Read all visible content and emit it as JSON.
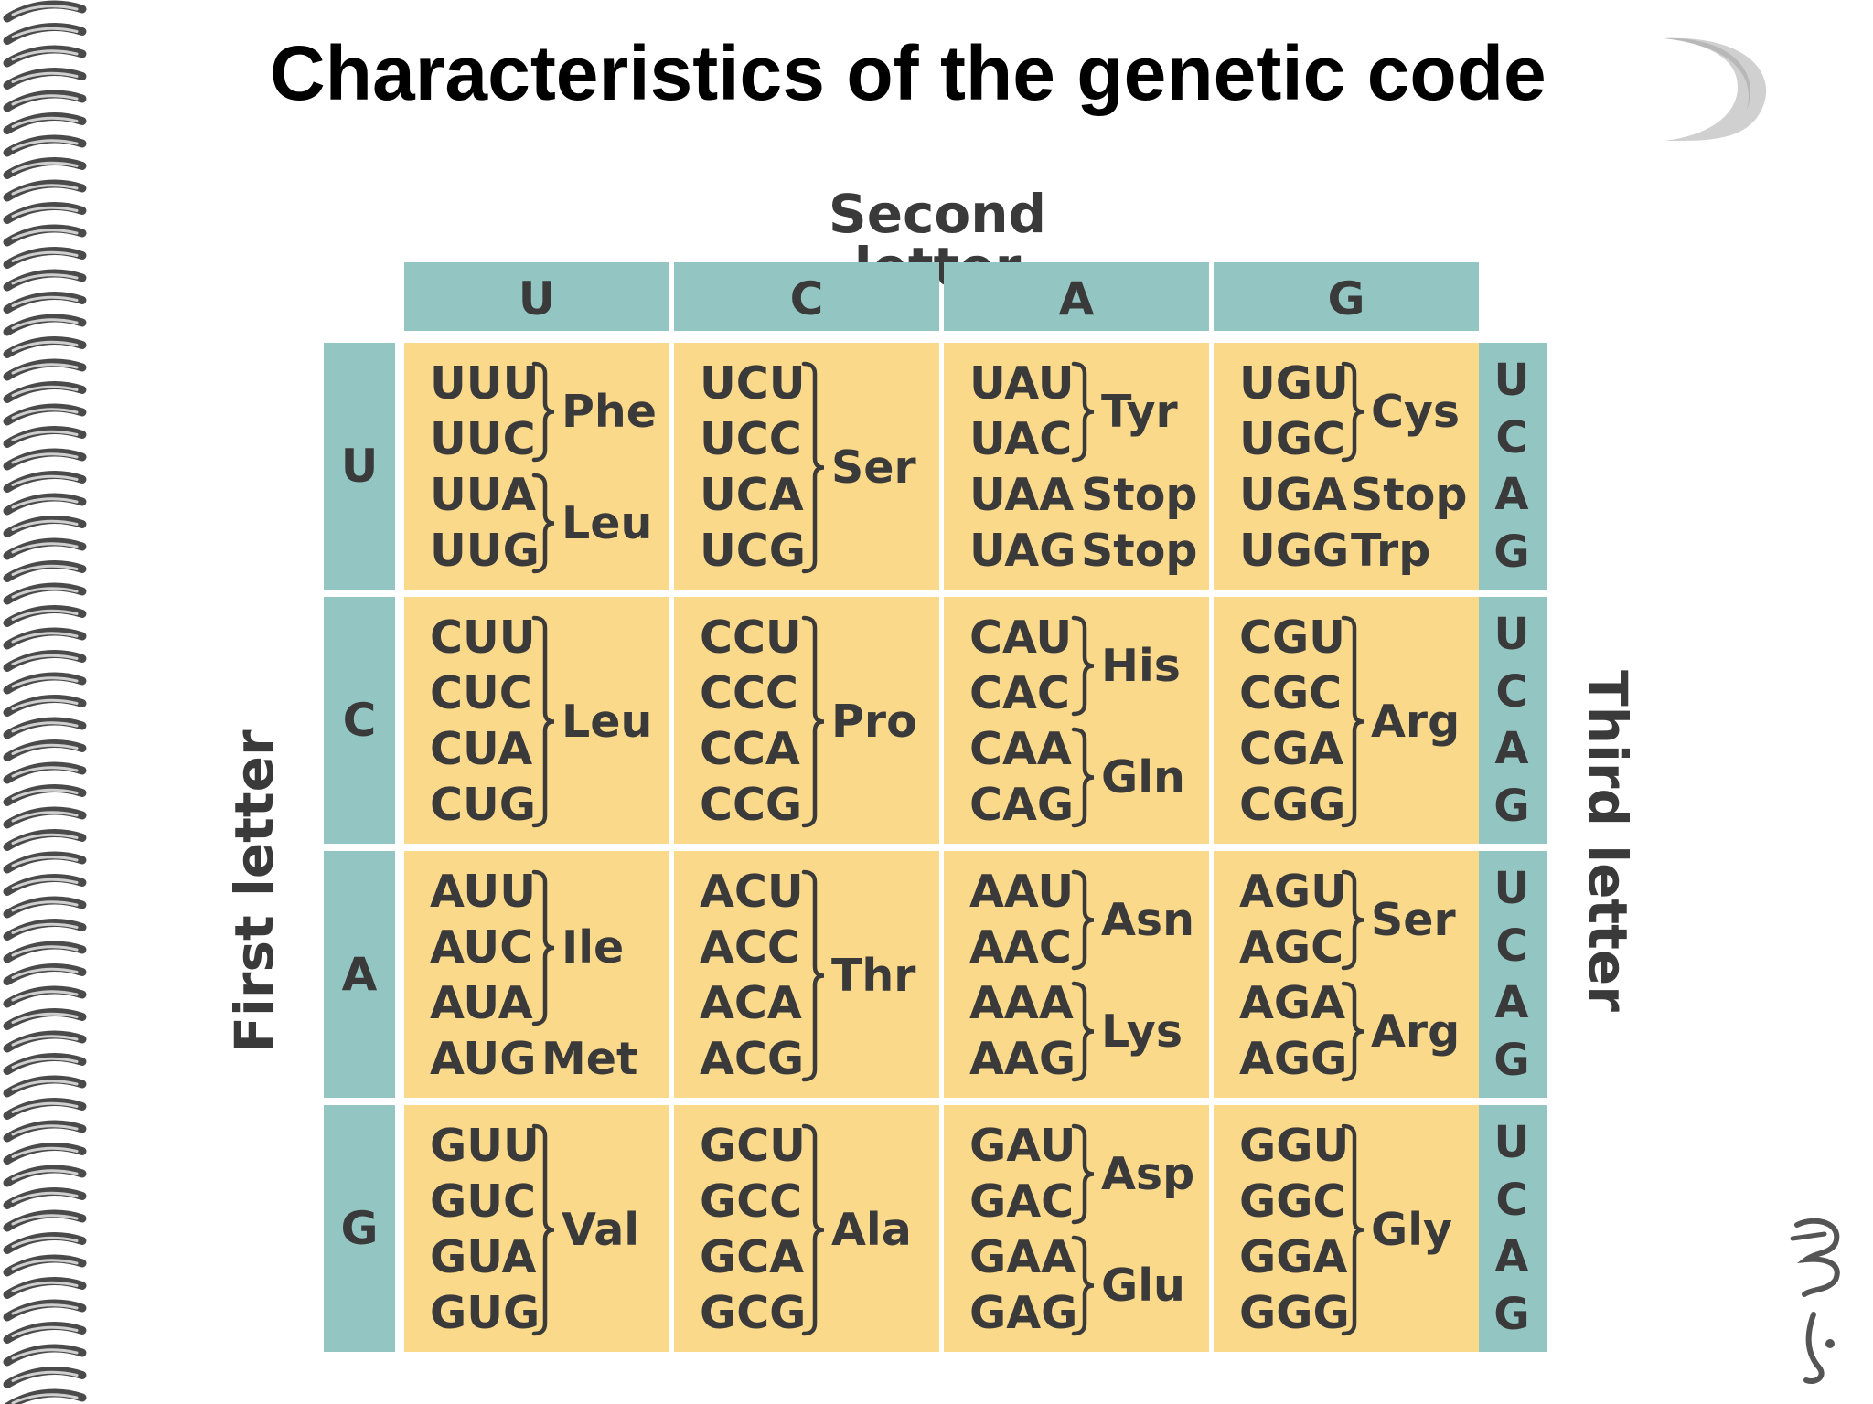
{
  "title": "Characteristics of the genetic code",
  "axis": {
    "second_letter": "Second letter",
    "first_letter": "First letter",
    "third_letter": "Third letter"
  },
  "bases": [
    "U",
    "C",
    "A",
    "G"
  ],
  "rows": [
    {
      "first": "U",
      "cells": [
        {
          "codons": [
            "UUU",
            "UUC",
            "UUA",
            "UUG"
          ],
          "groups": [
            {
              "span": [
                0,
                1
              ],
              "aa": "Phe"
            },
            {
              "span": [
                2,
                3
              ],
              "aa": "Leu"
            }
          ]
        },
        {
          "codons": [
            "UCU",
            "UCC",
            "UCA",
            "UCG"
          ],
          "groups": [
            {
              "span": [
                0,
                3
              ],
              "aa": "Ser"
            }
          ]
        },
        {
          "codons": [
            "UAU",
            "UAC",
            "UAA",
            "UAG"
          ],
          "groups": [
            {
              "span": [
                0,
                1
              ],
              "aa": "Tyr"
            },
            {
              "span": [
                2,
                2
              ],
              "aa": "Stop"
            },
            {
              "span": [
                3,
                3
              ],
              "aa": "Stop"
            }
          ]
        },
        {
          "codons": [
            "UGU",
            "UGC",
            "UGA",
            "UGG"
          ],
          "groups": [
            {
              "span": [
                0,
                1
              ],
              "aa": "Cys"
            },
            {
              "span": [
                2,
                2
              ],
              "aa": "Stop"
            },
            {
              "span": [
                3,
                3
              ],
              "aa": "Trp"
            }
          ]
        }
      ]
    },
    {
      "first": "C",
      "cells": [
        {
          "codons": [
            "CUU",
            "CUC",
            "CUA",
            "CUG"
          ],
          "groups": [
            {
              "span": [
                0,
                3
              ],
              "aa": "Leu"
            }
          ]
        },
        {
          "codons": [
            "CCU",
            "CCC",
            "CCA",
            "CCG"
          ],
          "groups": [
            {
              "span": [
                0,
                3
              ],
              "aa": "Pro"
            }
          ]
        },
        {
          "codons": [
            "CAU",
            "CAC",
            "CAA",
            "CAG"
          ],
          "groups": [
            {
              "span": [
                0,
                1
              ],
              "aa": "His"
            },
            {
              "span": [
                2,
                3
              ],
              "aa": "Gln"
            }
          ]
        },
        {
          "codons": [
            "CGU",
            "CGC",
            "CGA",
            "CGG"
          ],
          "groups": [
            {
              "span": [
                0,
                3
              ],
              "aa": "Arg"
            }
          ]
        }
      ]
    },
    {
      "first": "A",
      "cells": [
        {
          "codons": [
            "AUU",
            "AUC",
            "AUA",
            "AUG"
          ],
          "groups": [
            {
              "span": [
                0,
                2
              ],
              "aa": "Ile"
            },
            {
              "span": [
                3,
                3
              ],
              "aa": "Met"
            }
          ]
        },
        {
          "codons": [
            "ACU",
            "ACC",
            "ACA",
            "ACG"
          ],
          "groups": [
            {
              "span": [
                0,
                3
              ],
              "aa": "Thr"
            }
          ]
        },
        {
          "codons": [
            "AAU",
            "AAC",
            "AAA",
            "AAG"
          ],
          "groups": [
            {
              "span": [
                0,
                1
              ],
              "aa": "Asn"
            },
            {
              "span": [
                2,
                3
              ],
              "aa": "Lys"
            }
          ]
        },
        {
          "codons": [
            "AGU",
            "AGC",
            "AGA",
            "AGG"
          ],
          "groups": [
            {
              "span": [
                0,
                1
              ],
              "aa": "Ser"
            },
            {
              "span": [
                2,
                3
              ],
              "aa": "Arg"
            }
          ]
        }
      ]
    },
    {
      "first": "G",
      "cells": [
        {
          "codons": [
            "GUU",
            "GUC",
            "GUA",
            "GUG"
          ],
          "groups": [
            {
              "span": [
                0,
                3
              ],
              "aa": "Val"
            }
          ]
        },
        {
          "codons": [
            "GCU",
            "GCC",
            "GCA",
            "GCG"
          ],
          "groups": [
            {
              "span": [
                0,
                3
              ],
              "aa": "Ala"
            }
          ]
        },
        {
          "codons": [
            "GAU",
            "GAC",
            "GAA",
            "GAG"
          ],
          "groups": [
            {
              "span": [
                0,
                1
              ],
              "aa": "Asp"
            },
            {
              "span": [
                2,
                3
              ],
              "aa": "Glu"
            }
          ]
        },
        {
          "codons": [
            "GGU",
            "GGC",
            "GGA",
            "GGG"
          ],
          "groups": [
            {
              "span": [
                0,
                3
              ],
              "aa": "Gly"
            }
          ]
        }
      ]
    }
  ],
  "colors": {
    "header_teal": "#93c6c3",
    "cell_yellow": "#fad98a",
    "text": "#3a3a3a"
  }
}
